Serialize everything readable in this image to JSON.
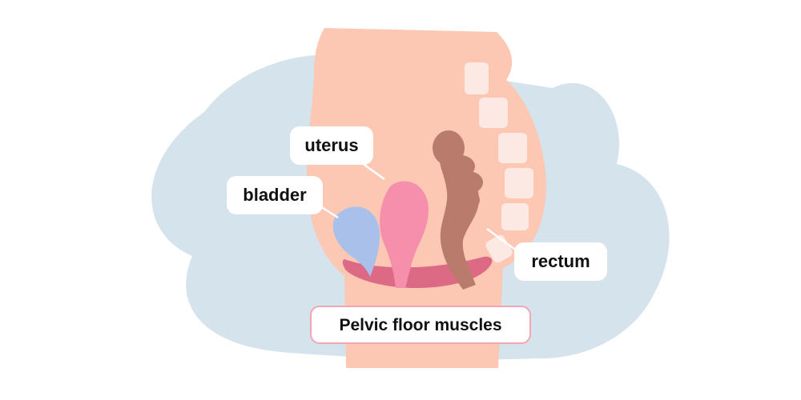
{
  "labels": {
    "uterus": "uterus",
    "bladder": "bladder",
    "rectum": "rectum",
    "pelvic_floor": "Pelvic floor muscles"
  },
  "colors": {
    "background_blob": "#d4e3ec",
    "body": "#fcc8b3",
    "vertebra": "#fde9e3",
    "bladder": "#a9c1ea",
    "uterus": "#f58fab",
    "rectum": "#b97c6c",
    "pelvic_floor_muscle": "#dd6a84",
    "pelvic_floor_border": "#f0a7b3"
  }
}
